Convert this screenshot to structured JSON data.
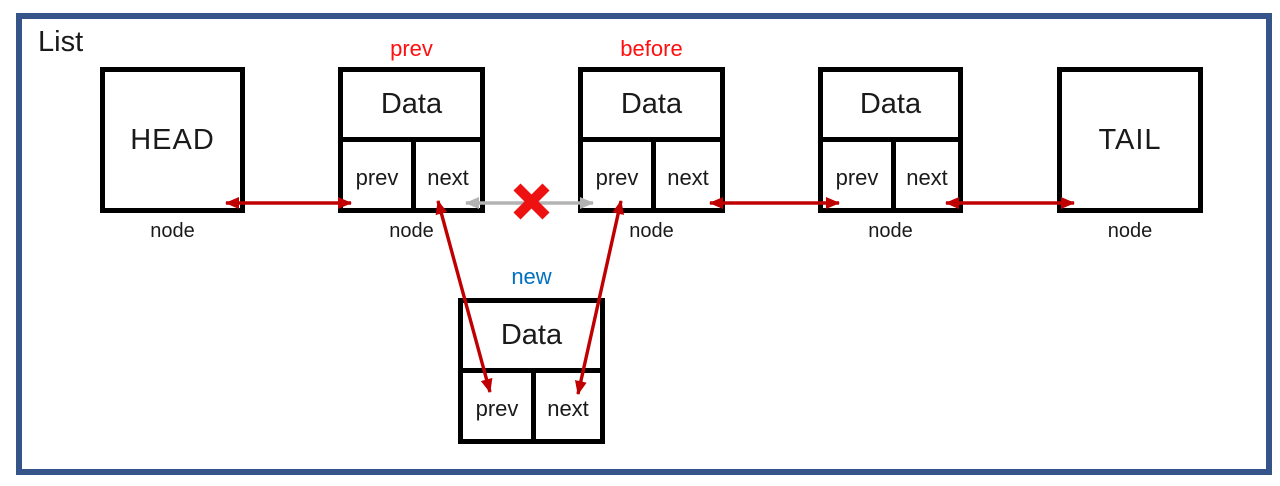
{
  "title": "List",
  "nodes": {
    "head": {
      "label": "HEAD",
      "caption": "node"
    },
    "prev_node": {
      "tag": "prev",
      "data": "Data",
      "prev_field": "prev",
      "next_field": "next",
      "caption": "node"
    },
    "before_node": {
      "tag": "before",
      "data": "Data",
      "prev_field": "prev",
      "next_field": "next",
      "caption": "node"
    },
    "mid_node": {
      "data": "Data",
      "prev_field": "prev",
      "next_field": "next",
      "caption": "node"
    },
    "tail": {
      "label": "TAIL",
      "caption": "node"
    },
    "new_node": {
      "tag": "new",
      "data": "Data",
      "prev_field": "prev",
      "next_field": "next"
    }
  },
  "icons": {
    "broken_link_x": "heavy-x-mark"
  },
  "colors": {
    "frame_border": "#34548a",
    "box_border": "#000000",
    "arrow_red": "#c00000",
    "broken_link_gray": "#b3b3b3",
    "x_mark_red": "#ee1111",
    "tag_red": "#ff0f0f",
    "tag_blue": "#0070c0",
    "text": "#1a1a1a",
    "background": "#ffffff"
  }
}
